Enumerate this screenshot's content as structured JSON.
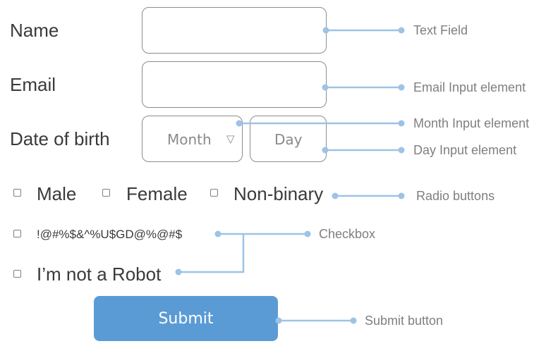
{
  "form": {
    "name_label": "Name",
    "email_label": "Email",
    "dob_label": "Date of birth",
    "month_placeholder": "Month",
    "day_placeholder": "Day",
    "gender_options": [
      "Male",
      "Female",
      "Non-binary"
    ],
    "special_chars_option": "!@#%$&^%U$GD@%@#$",
    "robot_option": "I’m not a Robot",
    "submit_label": "Submit"
  },
  "annotations": {
    "text_field": "Text Field",
    "email_input": "Email Input element",
    "month_input": "Month Input element",
    "day_input": "Day Input element",
    "radio_buttons": "Radio buttons",
    "checkbox": "Checkbox",
    "submit_button": "Submit button"
  },
  "colors": {
    "connector": "#9dc3e6",
    "submit_bg": "#5b9bd5",
    "field_border": "#8c8c8c",
    "annotation_text": "#7f7f7f"
  },
  "icons": {
    "month_dropdown": "triangle-down-outline"
  }
}
